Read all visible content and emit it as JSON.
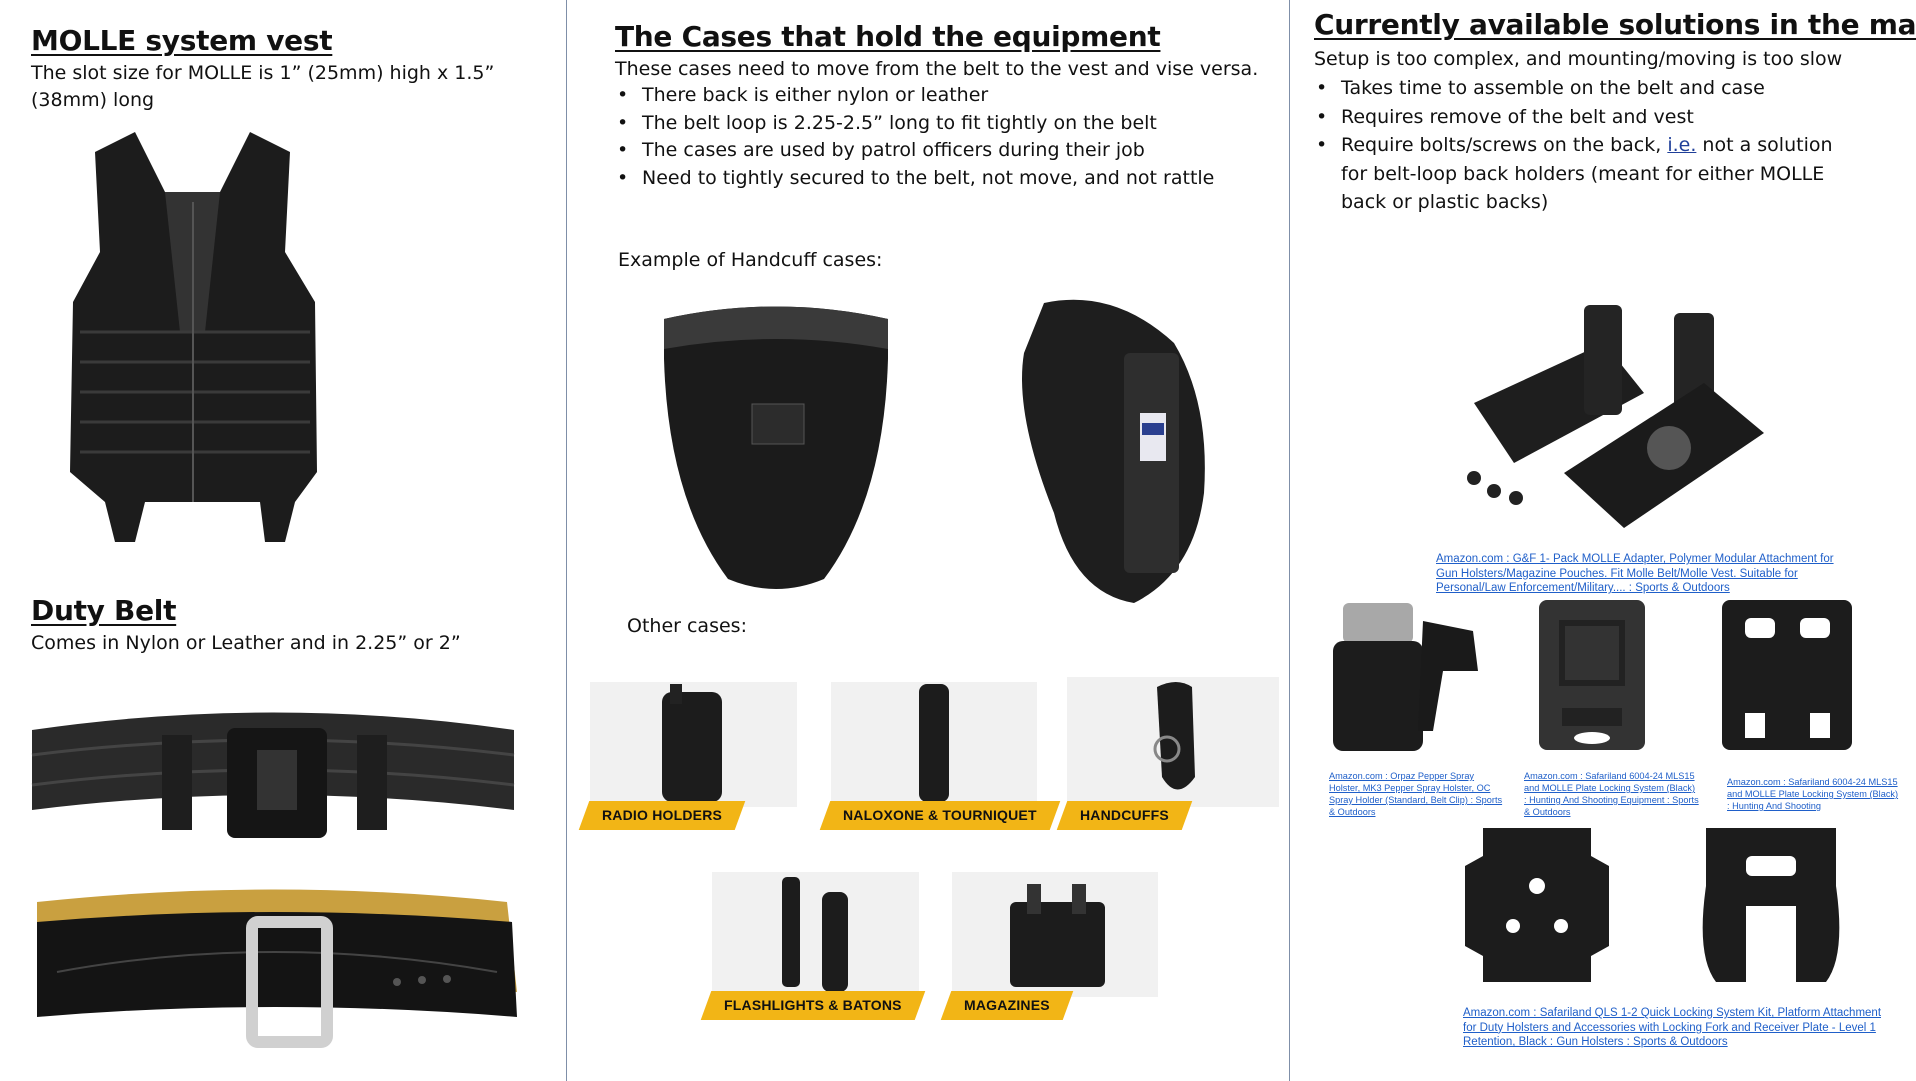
{
  "col1": {
    "vest_title": "MOLLE system vest",
    "vest_desc_1": "The slot size for MOLLE is 1” (25mm) high x 1.5”",
    "vest_desc_2": "(38mm) long",
    "belt_title": "Duty Belt",
    "belt_desc": "Comes in Nylon or Leather and in 2.25” or 2”"
  },
  "col2": {
    "title": "The Cases that hold the equipment",
    "intro": "These cases need to move from the belt to the vest and vise versa.",
    "bullets": [
      "There back is either nylon or leather",
      "The belt loop is 2.25-2.5” long to fit tightly on the belt",
      "The cases are used by patrol officers during their job",
      "Need to tightly secured to the belt, not move, and not rattle"
    ],
    "handcuff_label": "Example of Handcuff cases:",
    "other_label": "Other cases:",
    "cases": [
      "RADIO HOLDERS",
      "NALOXONE & TOURNIQUET",
      "HANDCUFFS",
      "FLASHLIGHTS & BATONS",
      "MAGAZINES"
    ]
  },
  "col3": {
    "title": "Currently available solutions in the market",
    "subtitle": "Setup is too complex, and mounting/moving is too slow",
    "bullets": [
      "Takes time to assemble on the belt and case",
      "Requires remove of the belt and vest"
    ],
    "bullet3_a": "Require bolts/screws on the back, ",
    "bullet3_ie": "i.e.",
    "bullet3_b": " not a solution",
    "bullet3_line2": "for belt-loop back holders (meant for either MOLLE",
    "bullet3_line3": "back or plastic backs)",
    "links": [
      "Amazon.com : G&F 1- Pack MOLLE Adapter, Polymer Modular Attachment for Gun Holsters/Magazine Pouches. Fit Molle Belt/Molle Vest. Suitable for Personal/Law Enforcement/Military.... : Sports & Outdoors",
      "Amazon.com : Orpaz Pepper Spray Holster, MK3 Pepper Spray Holster, OC Spray Holder (Standard, Belt Clip) : Sports & Outdoors",
      "Amazon.com : Safariland 6004-24 MLS15 and MOLLE Plate Locking System (Black) : Hunting And Shooting Equipment : Sports & Outdoors",
      "Amazon.com : Safariland 6004-24 MLS15 and MOLLE Plate Locking System (Black) : Hunting And Shooting",
      "Amazon.com : Safariland QLS 1-2 Quick Locking System Kit, Platform Attachment for Duty Holsters and Accessories with Locking Fork and Receiver Plate - Level 1 Retention, Black : Gun Holsters : Sports & Outdoors"
    ]
  },
  "colors": {
    "accent_yellow": "#f2b516",
    "link": "#1f5fc9",
    "divider": "#7f8fa8"
  }
}
